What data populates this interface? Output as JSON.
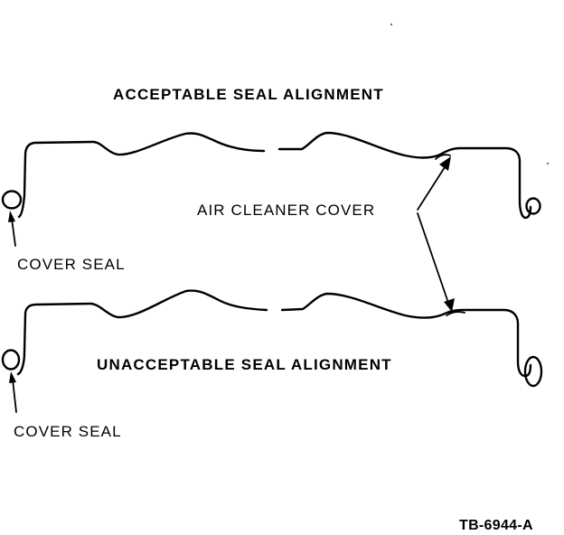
{
  "labels": {
    "acceptable_heading": "ACCEPTABLE SEAL ALIGNMENT",
    "unacceptable_heading": "UNACCEPTABLE SEAL ALIGNMENT",
    "air_cleaner_cover": "AIR CLEANER COVER",
    "cover_seal_top": "COVER SEAL",
    "cover_seal_bottom": "COVER SEAL",
    "figure_number": "TB-6944-A"
  },
  "colors": {
    "ink": "#000000",
    "paper": "#ffffff"
  }
}
